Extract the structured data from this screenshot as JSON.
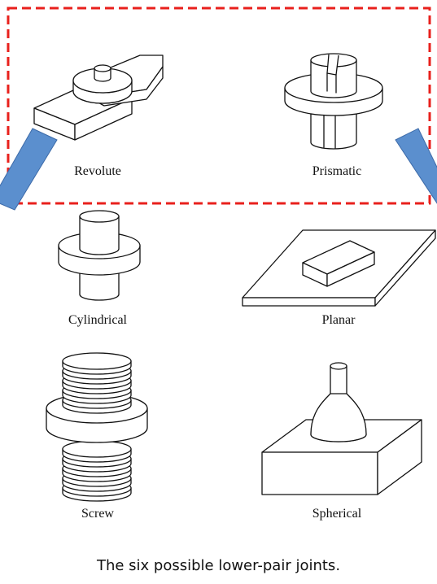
{
  "joints": [
    {
      "id": "revolute",
      "label": "Revolute"
    },
    {
      "id": "prismatic",
      "label": "Prismatic"
    },
    {
      "id": "cylindrical",
      "label": "Cylindrical"
    },
    {
      "id": "planar",
      "label": "Planar"
    },
    {
      "id": "screw",
      "label": "Screw"
    },
    {
      "id": "spherical",
      "label": "Spherical"
    }
  ],
  "caption": "The six possible lower-pair joints.",
  "colors": {
    "highlight_box": "#e8201c",
    "arrow": "#5b8fce",
    "arrow_edge": "#3c6aa8",
    "line": "#111111"
  }
}
